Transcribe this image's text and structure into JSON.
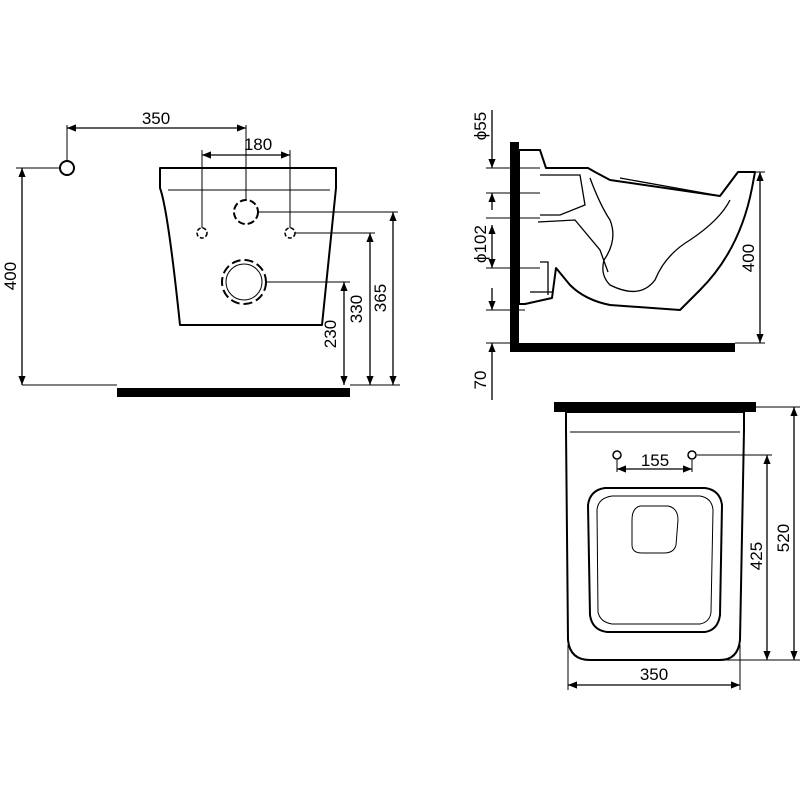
{
  "front_view": {
    "dim_width_to_pipe": "350",
    "dim_bolt_spacing": "180",
    "dim_height": "400",
    "dim_waste_height": "230",
    "dim_bolt_height": "330",
    "dim_supply_height": "365"
  },
  "side_view": {
    "dim_supply_dia": "ϕ55",
    "dim_waste_dia": "ϕ102",
    "dim_rim_height": "400",
    "dim_floor_gap": "70"
  },
  "top_view": {
    "dim_fixing_spacing": "155",
    "dim_fixing_to_front": "425",
    "dim_depth": "520",
    "dim_width": "350"
  }
}
